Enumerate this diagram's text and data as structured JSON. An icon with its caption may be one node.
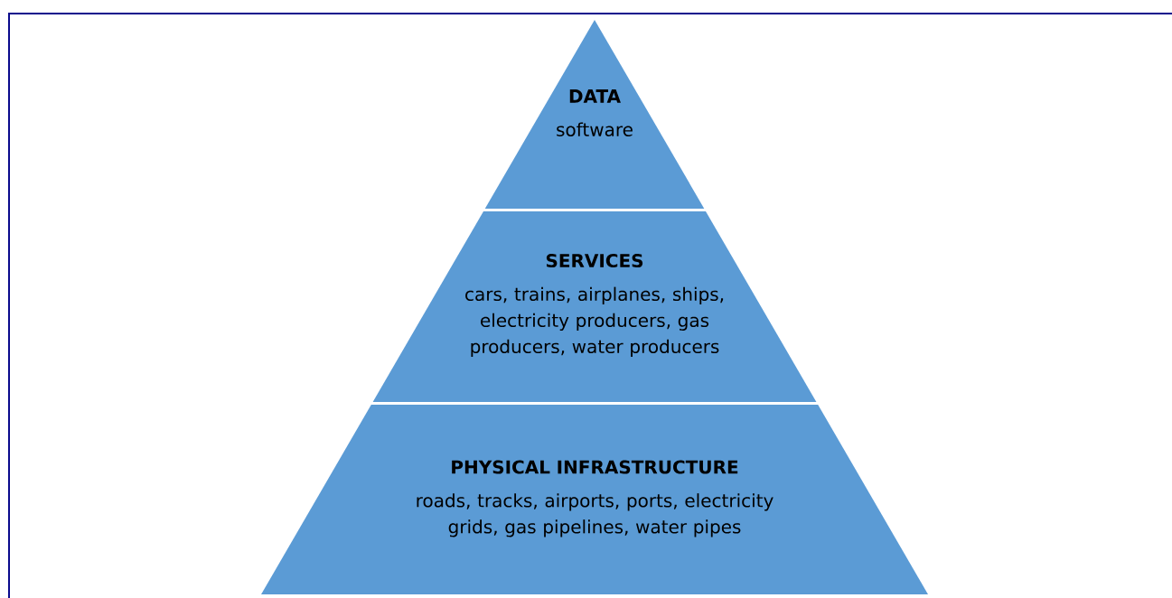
{
  "diagram": {
    "nodes": [
      {
        "text": [
          "DATA",
          "software"
        ]
      },
      {
        "text": [
          "SERVICES",
          "cars, trains, airplanes, ships, electricity producers, gas producers, water producers"
        ]
      },
      {
        "text": [
          "PHYSICAL INFRASTRUCTURE",
          "roads, tracks, airports, ports, electricity grids, gas pipelines, water pipes"
        ]
      }
    ]
  }
}
